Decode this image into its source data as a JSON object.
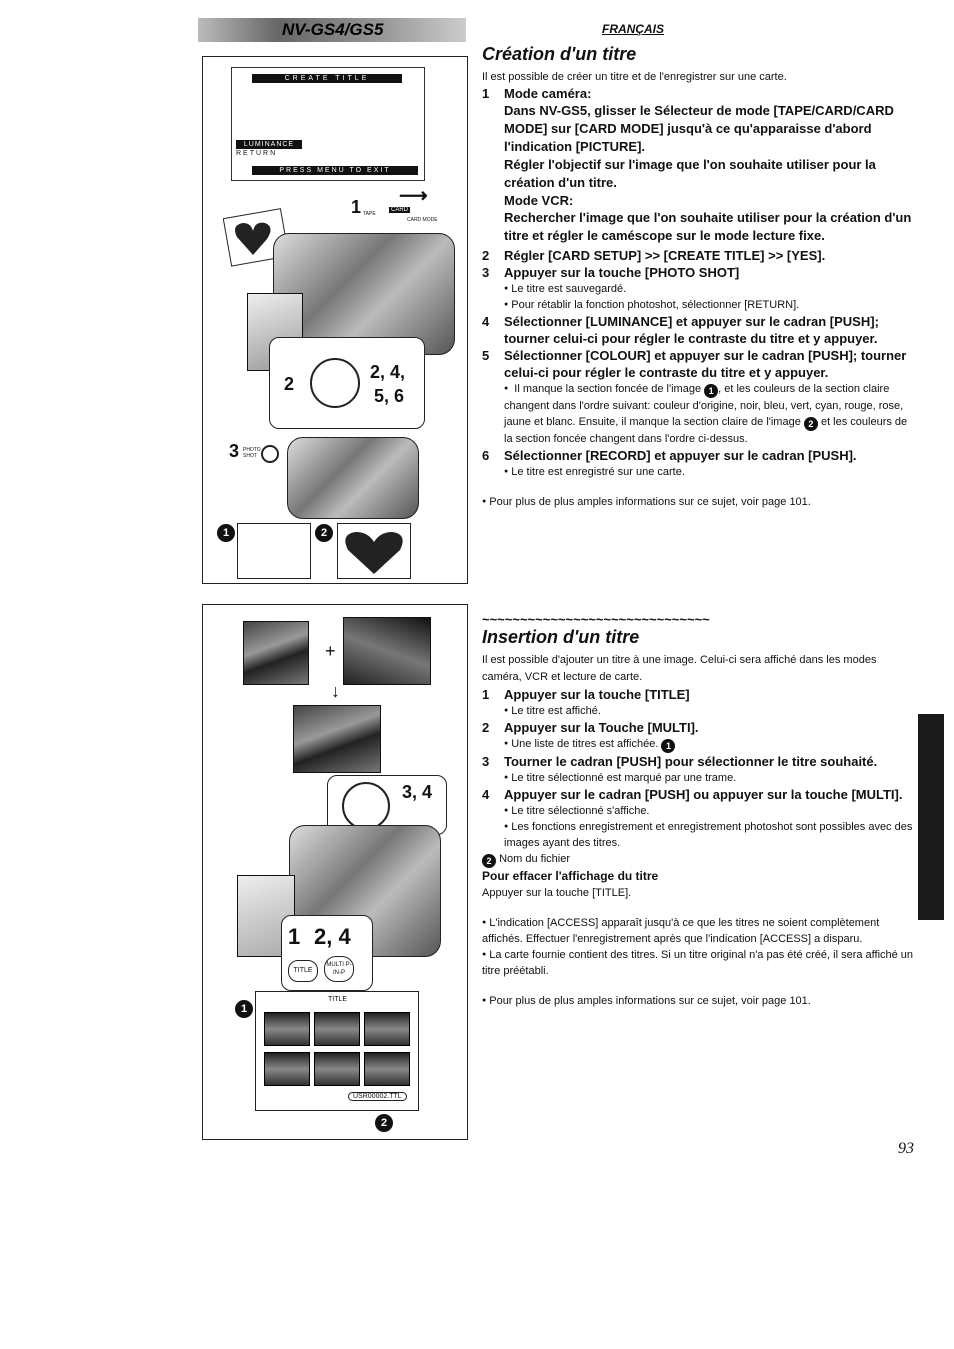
{
  "header": {
    "model": "NV-GS4/GS5",
    "language": "FRANÇAIS"
  },
  "fig1": {
    "menu_title": "CREATE TITLE",
    "menu_item_luminance": "LUMINANCE",
    "menu_item_return": "RETURN",
    "menu_footer": "PRESS MENU TO EXIT",
    "label_1": "1",
    "label_tape": "TAPE",
    "label_card": "CARD",
    "label_card_mode": "CARD MODE",
    "label_2": "2",
    "label_2456": "2, 4,",
    "label_56": "5, 6",
    "label_3": "3",
    "label_photo_shot": "PHOTO SHOT",
    "marker_1": "1",
    "marker_2": "2"
  },
  "fig2": {
    "label_34": "3, 4",
    "label_1": "1",
    "label_24": "2, 4",
    "btn_title": "TITLE",
    "btn_multi": "MULTI P-IN-P",
    "screen_title": "TITLE",
    "file_name": "USR00002.TTL",
    "marker_1": "1",
    "marker_2": "2"
  },
  "section1": {
    "title": "Création d'un titre",
    "intro": "Il est possible de créer un titre et de l'enregistrer sur une carte.",
    "step1_num": "1",
    "step1_head": "Mode caméra:",
    "step1_body1": "Dans NV-GS5, glisser le Sélecteur de mode [TAPE/CARD/CARD MODE] sur [CARD MODE] jusqu'à ce qu'apparaisse d'abord l'indication [PICTURE].",
    "step1_body2": "Régler l'objectif sur l'image que l'on souhaite utiliser pour la création d'un titre.",
    "step1_vcr_head": "Mode VCR:",
    "step1_vcr_body": "Rechercher l'image que l'on souhaite utiliser pour la création d'un titre et régler le caméscope sur le mode lecture fixe.",
    "step2_num": "2",
    "step2": "Régler [CARD SETUP] >> [CREATE TITLE] >> [YES].",
    "step3_num": "3",
    "step3": "Appuyer sur la touche [PHOTO SHOT]",
    "step3_b1": "Le titre est sauvegardé.",
    "step3_b2": "Pour rétablir la fonction photoshot, sélectionner [RETURN].",
    "step4_num": "4",
    "step4": "Sélectionner [LUMINANCE] et appuyer sur le cadran [PUSH]; tourner celui-ci pour régler le contraste du titre et y appuyer.",
    "step5_num": "5",
    "step5": "Sélectionner [COLOUR] et appuyer sur le cadran [PUSH]; tourner celui-ci pour régler le contraste du titre et y appuyer.",
    "step5_b1_a": "Il manque la section foncée de l'image",
    "step5_b1_m1": "1",
    "step5_b1_b": ", et les couleurs de la section claire changent dans l'ordre suivant: couleur d'origine, noir, bleu, vert, cyan, rouge, rose, jaune et blanc. Ensuite, il manque la section claire de l'image",
    "step5_b1_m2": "2",
    "step5_b1_c": "et les couleurs de la section foncée changent dans l'ordre ci-dessus.",
    "step6_num": "6",
    "step6": "Sélectionner [RECORD] et appuyer sur le cadran [PUSH].",
    "step6_b1": "Le titre est enregistré sur une carte.",
    "footnote": "Pour plus de plus amples informations sur ce sujet, voir page 101."
  },
  "section2": {
    "divider": "~~~~~~~~~~~~~~~~~~~~~~~~~~~~~~",
    "title": "Insertion d'un titre",
    "intro": "Il est possible d'ajouter un titre à une image. Celui-ci sera affiché dans les modes caméra, VCR et lecture de carte.",
    "step1_num": "1",
    "step1": "Appuyer sur la touche [TITLE]",
    "step1_b1": "Le titre est affiché.",
    "step2_num": "2",
    "step2": "Appuyer sur la Touche [MULTI].",
    "step2_b1": "Une liste de titres est affichée.",
    "step2_m": "1",
    "step3_num": "3",
    "step3": "Tourner le cadran [PUSH] pour sélectionner le titre souhaité.",
    "step3_b1": "Le titre sélectionné est marqué par une trame.",
    "step4_num": "4",
    "step4": "Appuyer sur le cadran [PUSH] ou appuyer sur la touche [MULTI].",
    "step4_b1": "Le titre sélectionné s'affiche.",
    "step4_b2": "Les fonctions enregistrement et enregistrement photoshot sont possibles avec des images ayant des titres.",
    "marker2": "2",
    "file_name_label": "Nom du fichier",
    "clear_head": "Pour effacer l'affichage du titre",
    "clear_body": "Appuyer sur la touche [TITLE].",
    "note1": "L'indication [ACCESS] apparaît jusqu'à ce que les titres ne soient complètement affichés. Effectuer l'enregistrement après que l'indication [ACCESS] a disparu.",
    "note2": "La carte fournie contient des titres. Si un titre original n'a pas été créé, il sera affiché un titre préétabli.",
    "footnote": "Pour plus de plus amples informations sur ce sujet, voir page 101."
  },
  "page_number": "93"
}
